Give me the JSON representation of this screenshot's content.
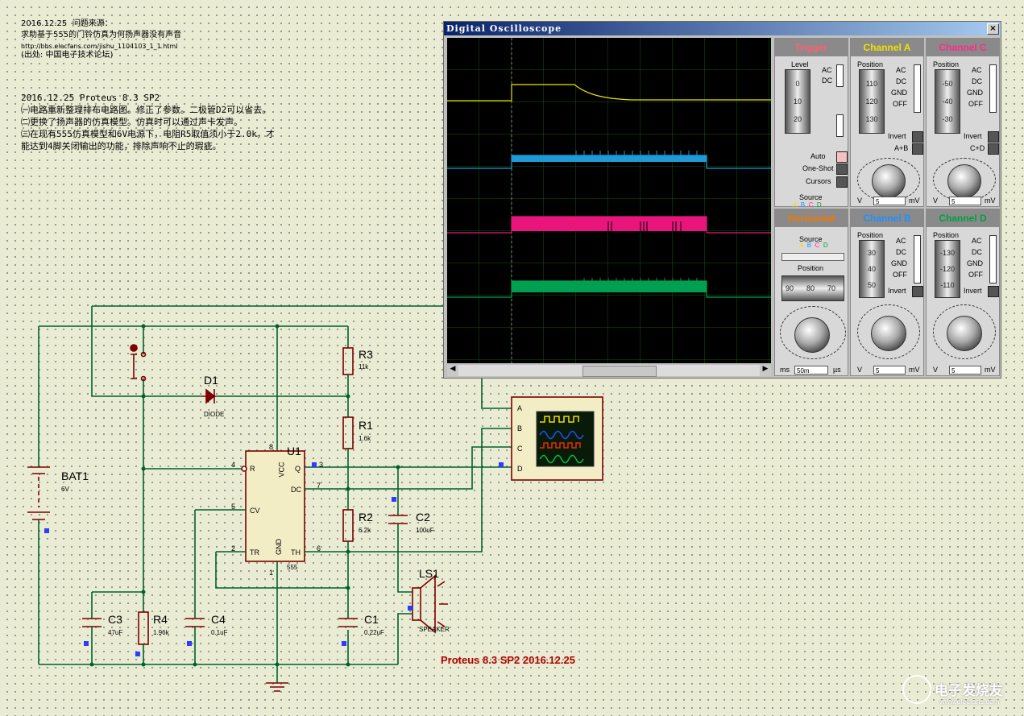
{
  "notes": {
    "line1": "2016.12.25  问题来源：",
    "line2": "求助基于555的门铃仿真为何扬声器没有声音",
    "line3": "http://bbs.elecfans.com/jishu_1104103_1_1.html",
    "line4": "(出处: 中国电子技术论坛)",
    "line5": "2016.12.25 Proteus 8.3 SP2",
    "line6": "㈠电路重新整理排布电路图。修正了参数。二极管D2可以省去。",
    "line7": "㈡更换了扬声器的仿真模型。仿真时可以通过声卡发声。",
    "line8": "㈢在现有555仿真模型和6V电源下，电阻R5取值须小于2.0k，才",
    "line9": "能达到4脚关闭输出的功能，排除声响不止的瑕疵。"
  },
  "footer": {
    "caption": "Proteus 8.3 SP2   2016.12.25",
    "watermark": "电子发烧友",
    "watermark_url": "www.elecfans.com"
  },
  "components": {
    "r3": {
      "ref": "R3",
      "value": "11k"
    },
    "r1": {
      "ref": "R1",
      "value": "1.6k"
    },
    "r2": {
      "ref": "R2",
      "value": "6.2k"
    },
    "r4": {
      "ref": "R4",
      "value": "1.96k"
    },
    "c1": {
      "ref": "C1",
      "value": "0.22uF"
    },
    "c2": {
      "ref": "C2",
      "value": "100uF"
    },
    "c3": {
      "ref": "C3",
      "value": "47uF"
    },
    "c4": {
      "ref": "C4",
      "value": "0.1uF"
    },
    "d1": {
      "ref": "D1",
      "value": "DIODE"
    },
    "bat1": {
      "ref": "BAT1",
      "value": "6V"
    },
    "ls1": {
      "ref": "LS1",
      "value": "SPEAKER"
    },
    "u1": {
      "ref": "U1",
      "part": "555",
      "pins": {
        "r": "R",
        "vcc": "VCC",
        "q": "Q",
        "dc": "DC",
        "cv": "CV",
        "tr": "TR",
        "gnd": "GND",
        "th": "TH"
      },
      "pin_numbers": {
        "p4": "4",
        "p8": "8",
        "p3": "3",
        "p7": "7",
        "p5": "5",
        "p2": "2",
        "p6": "6",
        "p1": "1"
      }
    },
    "scope": {
      "a": "A",
      "b": "B",
      "c": "C",
      "d": "D"
    }
  },
  "oscilloscope": {
    "title": "Digital Oscilloscope",
    "close": "×",
    "trigger": {
      "title": "Trigger",
      "level": "Level",
      "ac": "AC",
      "dc": "DC",
      "drum": [
        "0",
        "10",
        "20"
      ],
      "auto": "Auto",
      "oneshot": "One-Shot",
      "cursors": "Cursors",
      "source": "Source",
      "sources": [
        "A",
        "B",
        "C",
        "D"
      ]
    },
    "channel_a": {
      "title": "Channel A",
      "position": "Position",
      "drum": [
        "110",
        "120",
        "130"
      ],
      "ac": "AC",
      "dc": "DC",
      "gnd": "GND",
      "off": "OFF",
      "invert": "Invert",
      "combo": "A+B",
      "scale": [
        "0.1",
        "0.2",
        "0.5",
        "1",
        "2",
        "5",
        "10",
        "20",
        "50",
        "100",
        "200",
        "0.5",
        "1",
        "2",
        "5",
        "10",
        "20"
      ],
      "field": "5",
      "unit_l": "V",
      "unit_r": "mV"
    },
    "channel_c": {
      "title": "Channel C",
      "position": "Position",
      "drum": [
        "-50",
        "-40",
        "-30"
      ],
      "ac": "AC",
      "dc": "DC",
      "gnd": "GND",
      "off": "OFF",
      "invert": "Invert",
      "combo": "C+D",
      "field": "5",
      "unit_l": "V",
      "unit_r": "mV"
    },
    "horizontal": {
      "title": "Horizontal",
      "source": "Source",
      "sources": [
        "A",
        "B",
        "C",
        "D"
      ],
      "position": "Position",
      "drum": [
        "90",
        "80",
        "70"
      ],
      "field": "50m",
      "unit_l": "ms",
      "unit_r": "µs",
      "scale": [
        "0.5",
        "0.2",
        "1",
        "2",
        "5",
        "10",
        "20",
        "50",
        "100",
        "200",
        "0.5",
        "1",
        "2",
        "5",
        "10",
        "20",
        "50",
        "100",
        "200"
      ]
    },
    "channel_b": {
      "title": "Channel B",
      "position": "Position",
      "drum": [
        "30",
        "40",
        "50"
      ],
      "ac": "AC",
      "dc": "DC",
      "gnd": "GND",
      "off": "OFF",
      "invert": "Invert",
      "field": "5",
      "unit_l": "V",
      "unit_r": "mV"
    },
    "channel_d": {
      "title": "Channel D",
      "position": "Position",
      "drum": [
        "-130",
        "-120",
        "-110"
      ],
      "ac": "AC",
      "dc": "DC",
      "gnd": "GND",
      "off": "OFF",
      "invert": "Invert",
      "field": "5",
      "unit_l": "V",
      "unit_r": "mV"
    },
    "colors": {
      "a": "#f0e000",
      "b": "#1e9ad6",
      "c": "#e8157d",
      "d": "#00a050",
      "grid": "#0c5a0c",
      "trigger": "#ff6070"
    }
  }
}
